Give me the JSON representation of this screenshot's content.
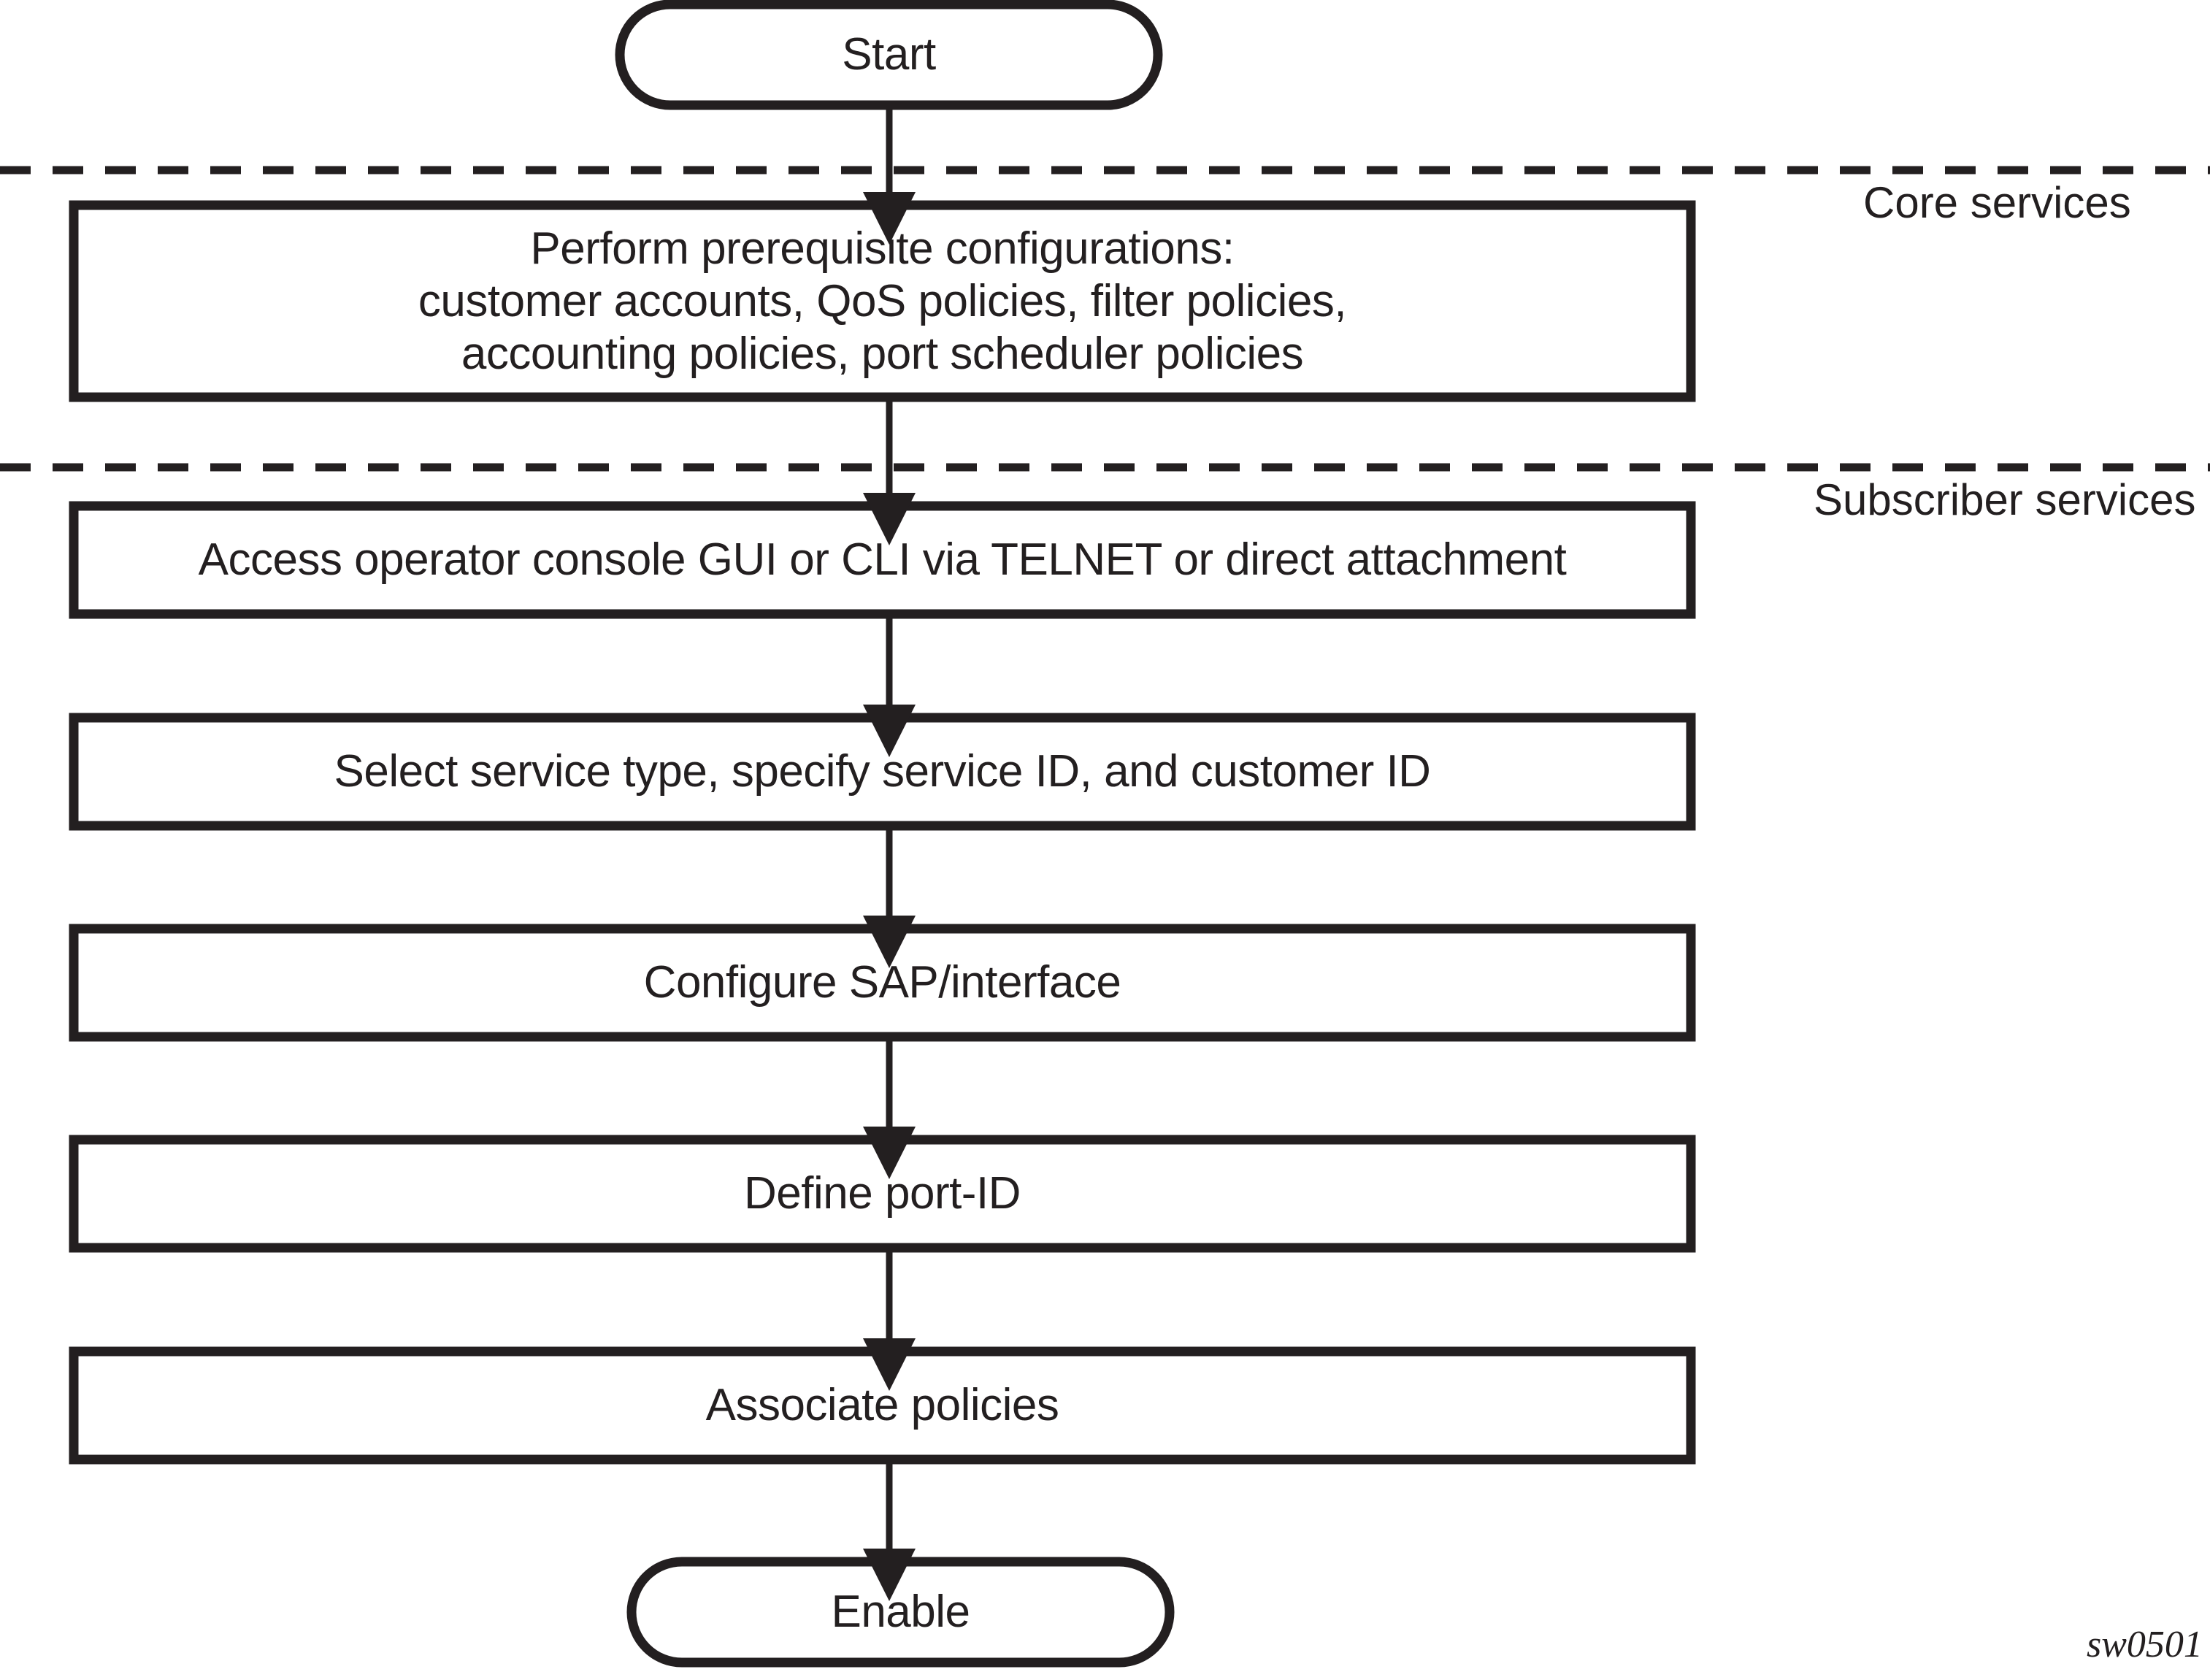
{
  "diagram": {
    "caption": "sw0501",
    "stroke_color": "#231f20",
    "fill_color": "#ffffff",
    "background": "#ffffff",
    "lanes": [
      {
        "id": "core",
        "label": "Core services"
      },
      {
        "id": "subscriber",
        "label": "Subscriber services"
      }
    ],
    "nodes": [
      {
        "id": "start",
        "shape": "terminator",
        "lines": [
          "Start"
        ]
      },
      {
        "id": "prereq",
        "shape": "process",
        "lines": [
          "Perform prerequisite configurations:",
          "customer accounts, QoS policies, filter policies,",
          "accounting policies, port scheduler policies"
        ]
      },
      {
        "id": "access-console",
        "shape": "process",
        "lines": [
          "Access operator console GUI or CLI via TELNET or direct attachment"
        ]
      },
      {
        "id": "select-service-type",
        "shape": "process",
        "lines": [
          "Select service type, specify service ID, and customer ID"
        ]
      },
      {
        "id": "configure-sap",
        "shape": "process",
        "lines": [
          "Configure SAP/interface"
        ]
      },
      {
        "id": "define-port-id",
        "shape": "process",
        "lines": [
          "Define port-ID"
        ]
      },
      {
        "id": "associate-policies",
        "shape": "process",
        "lines": [
          "Associate policies"
        ]
      },
      {
        "id": "enable",
        "shape": "terminator",
        "lines": [
          "Enable"
        ]
      }
    ],
    "edges": [
      {
        "from": "start",
        "to": "prereq",
        "style": "solid-arrow"
      },
      {
        "from": "prereq",
        "to": "access-console",
        "style": "solid-arrow"
      },
      {
        "from": "access-console",
        "to": "select-service-type",
        "style": "solid-arrow"
      },
      {
        "from": "select-service-type",
        "to": "configure-sap",
        "style": "solid-arrow"
      },
      {
        "from": "configure-sap",
        "to": "define-port-id",
        "style": "solid-arrow"
      },
      {
        "from": "define-port-id",
        "to": "associate-policies",
        "style": "solid-arrow"
      },
      {
        "from": "associate-policies",
        "to": "enable",
        "style": "solid-arrow"
      }
    ]
  }
}
